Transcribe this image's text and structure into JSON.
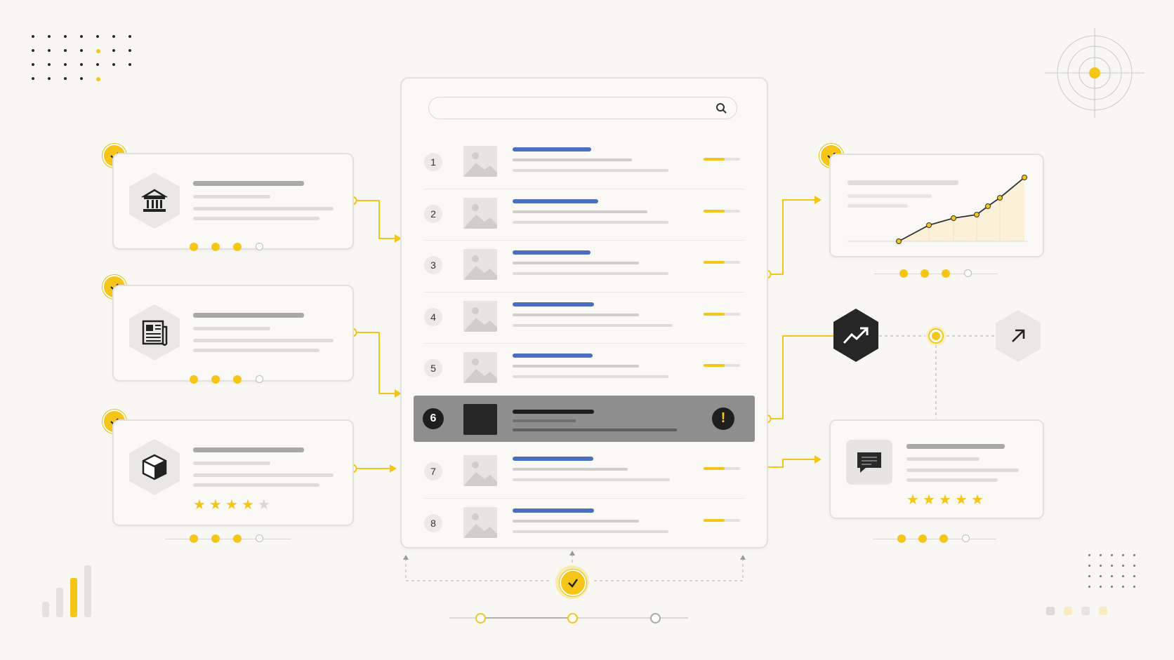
{
  "list": {
    "rows": [
      {
        "num": "1"
      },
      {
        "num": "2"
      },
      {
        "num": "3"
      },
      {
        "num": "4"
      },
      {
        "num": "5"
      },
      {
        "num": "6",
        "highlighted": true,
        "alert": "!"
      },
      {
        "num": "7"
      },
      {
        "num": "8"
      }
    ]
  },
  "sources": [
    {
      "icon": "bank-icon",
      "progress": "3 of 4"
    },
    {
      "icon": "newspaper-icon",
      "progress": "3 of 4"
    },
    {
      "icon": "cube-icon",
      "rating": 4,
      "rating_max": 5,
      "progress": "3 of 4"
    }
  ],
  "outputs": {
    "chart": {
      "progress": "3 of 4"
    },
    "trend_icon": "trending-up-icon",
    "arrow_icon": "arrow-up-right-icon",
    "review": {
      "icon": "chat-icon",
      "rating": 5,
      "rating_max": 5,
      "progress": "3 of 4"
    }
  },
  "colors": {
    "accent": "#f5c518",
    "link_blue": "#4a6fc1",
    "highlight_row": "#8e8e8e",
    "dark": "#262626"
  },
  "footer": {
    "progress": "2 of 3"
  }
}
